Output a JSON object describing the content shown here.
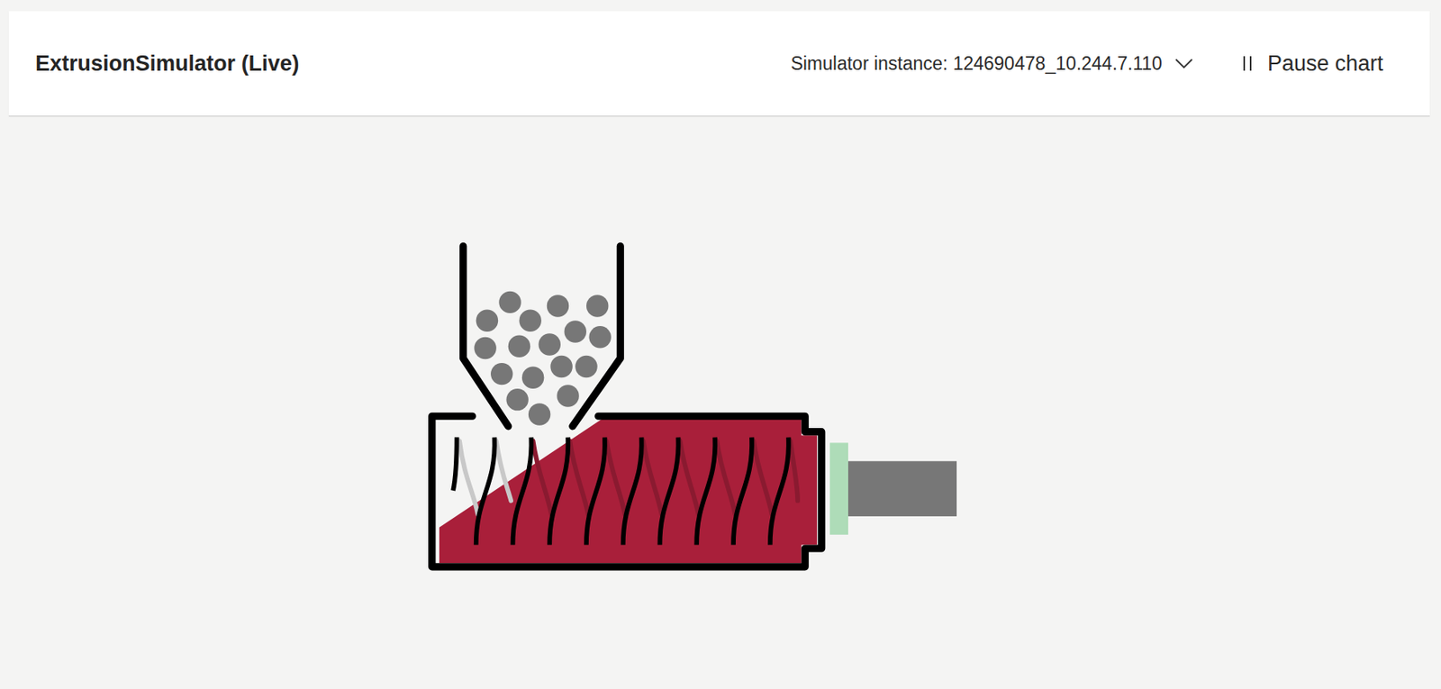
{
  "diagram": {
    "title": "ExtrusionSimulator (Live)",
    "labels": [
      "Simulator instance: 124690478_10.244.7.110",
      "Pause chart"
    ]
  }
}
